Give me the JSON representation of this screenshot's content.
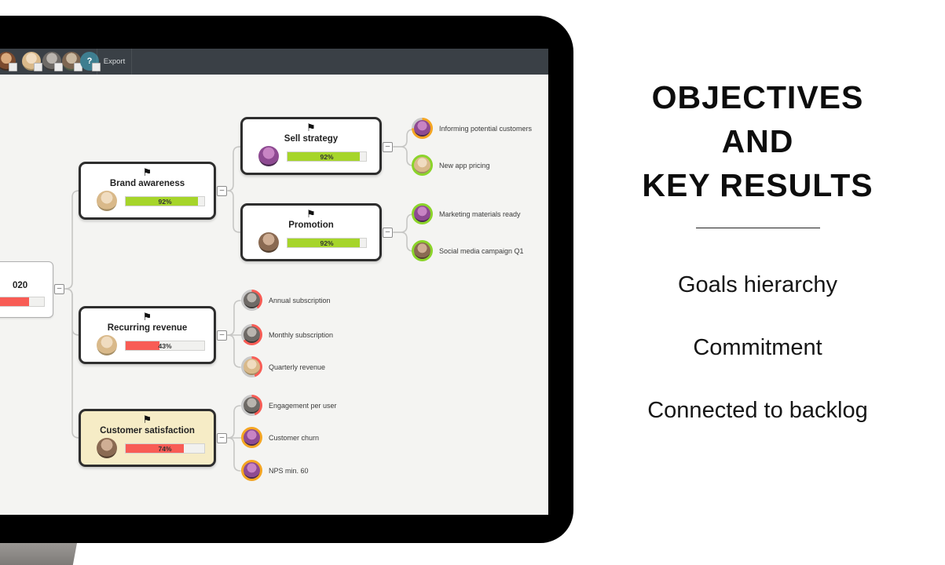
{
  "icons": {
    "flag": "⚑",
    "collapse": "–",
    "help": "?"
  },
  "toolbar": {
    "export_label": "Export"
  },
  "colors": {
    "green": "#a6d52a",
    "red": "#f85c55",
    "orange": "#f5a623",
    "ring_green": "#8bd42a",
    "canvas_bg": "#f4f4f2",
    "toolbar_bg": "#3a4046",
    "highlight_node_bg": "#f6ecc6"
  },
  "tree": {
    "root": {
      "title": "020",
      "progress_pct": 82,
      "progress_color": "#f85c55",
      "progress_label": ""
    },
    "objectives": [
      {
        "title": "Brand awareness",
        "progress_pct": 92,
        "progress_label": "92%",
        "progress_color": "#a6d52a"
      },
      {
        "title": "Sell strategy",
        "progress_pct": 92,
        "progress_label": "92%",
        "progress_color": "#a6d52a"
      },
      {
        "title": "Promotion",
        "progress_pct": 92,
        "progress_label": "92%",
        "progress_color": "#a6d52a"
      },
      {
        "title": "Recurring revenue",
        "progress_pct": 43,
        "progress_label": "43%",
        "progress_color": "#f85c55"
      },
      {
        "title": "Customer satisfaction",
        "progress_pct": 74,
        "progress_label": "74%",
        "progress_color": "#f85c55"
      }
    ],
    "key_results": [
      {
        "label": "Informing potential customers",
        "ring_pct": 75,
        "ring_color": "#f5a623"
      },
      {
        "label": "New app pricing",
        "ring_pct": 100,
        "ring_color": "#8bd42a"
      },
      {
        "label": "Marketing materials ready",
        "ring_pct": 100,
        "ring_color": "#8bd42a"
      },
      {
        "label": "Social media campaign Q1",
        "ring_pct": 100,
        "ring_color": "#8bd42a"
      },
      {
        "label": "Annual subscription",
        "ring_pct": 40,
        "ring_color": "#f85c55"
      },
      {
        "label": "Monthly subscription",
        "ring_pct": 65,
        "ring_color": "#f85c55"
      },
      {
        "label": "Quarterly revenue",
        "ring_pct": 45,
        "ring_color": "#f85c55"
      },
      {
        "label": "Engagement per user",
        "ring_pct": 45,
        "ring_color": "#f85c55"
      },
      {
        "label": "Customer churn",
        "ring_pct": 100,
        "ring_color": "#f5a623"
      },
      {
        "label": "NPS min. 60",
        "ring_pct": 100,
        "ring_color": "#f5a623"
      }
    ]
  },
  "panel": {
    "title_line1": "OBJECTIVES",
    "title_line2": "AND",
    "title_line3": "KEY RESULTS",
    "bullet1": "Goals hierarchy",
    "bullet2": "Commitment",
    "bullet3": "Connected to backlog"
  }
}
